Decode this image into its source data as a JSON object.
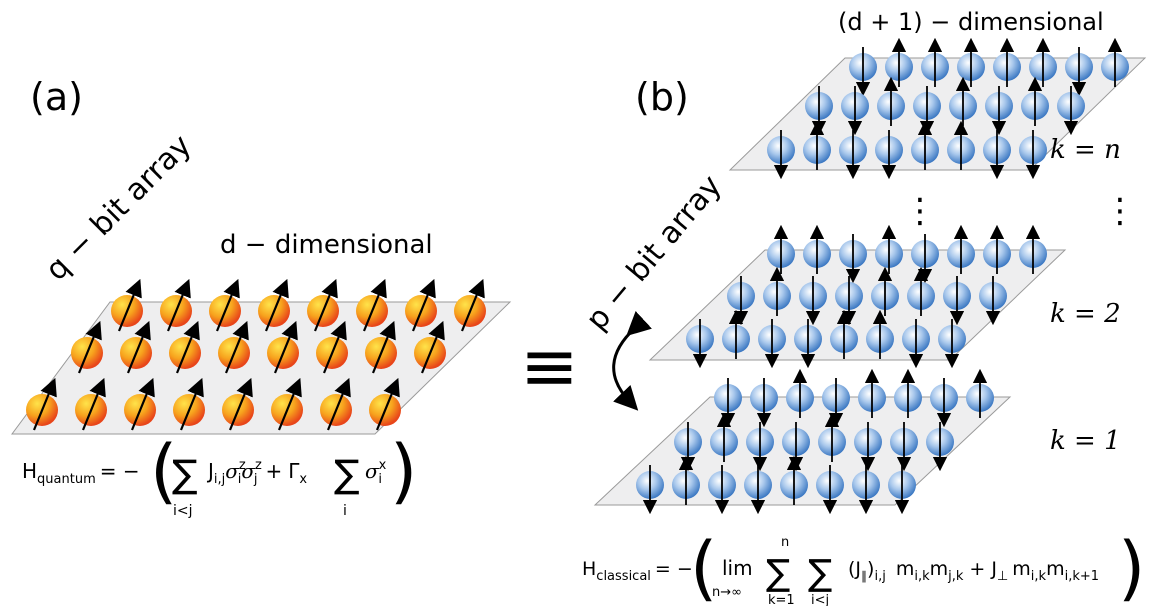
{
  "panel_a": {
    "label": "(a)",
    "array_label": "q − bit array",
    "dim_label": "d − dimensional",
    "hamiltonian": {
      "lhs": "H",
      "lhs_sub": "quantum",
      "eq": "= −",
      "sum1_lower": "i<j",
      "term1": "J",
      "term1_sub": "i,j",
      "sigma": "σ",
      "sup_z": "z",
      "sub_i": "i",
      "sub_j": "j",
      "plus": "+",
      "gamma": "Γ",
      "gamma_sub": "x",
      "sum2_lower": "i",
      "sup_x": "x"
    }
  },
  "panel_b": {
    "label": "(b)",
    "array_label": "p − bit array",
    "dim_label": "(d + 1) − dimensional",
    "layers": [
      {
        "label": "k = n"
      },
      {
        "label": "k = 2"
      },
      {
        "label": "k = 1"
      }
    ],
    "ellipsis": "⋮",
    "hamiltonian": {
      "lhs": "H",
      "lhs_sub": "classical",
      "eq": "= −",
      "lim": "lim",
      "lim_sub": "n→∞",
      "sum1_upper": "n",
      "sum1_lower": "k=1",
      "sum2_lower": "i<j",
      "coupling": "(J",
      "coupling_par": "∥",
      "coupling_close": ")",
      "coupling_sub": "i,j",
      "m1": "m",
      "m1_sub": "i,k",
      "m2": "m",
      "m2_sub": "j,k",
      "plus": "+",
      "jperp": "J",
      "jperp_sub": "⊥",
      "m3": "m",
      "m3_sub": "i,k",
      "m4": "m",
      "m4_sub": "i,k+1"
    }
  },
  "equivalence_symbol": "≡",
  "colors": {
    "qubit": "#f26a1b",
    "qubit_light": "#ffd23f",
    "pbit": "#3a78c4",
    "pbit_light": "#ffffff",
    "plane": "#eeeeef",
    "plane_edge": "#9a9a9a"
  },
  "spins": {
    "a_rows": [
      [
        1,
        1,
        1,
        1,
        1,
        1,
        1,
        1
      ],
      [
        1,
        1,
        1,
        1,
        1,
        1,
        1,
        1
      ],
      [
        1,
        1,
        1,
        1,
        1,
        1,
        1,
        1
      ]
    ],
    "b_layer_n": [
      [
        -1,
        1,
        1,
        1,
        1,
        1,
        -1,
        1
      ],
      [
        -1,
        -1,
        1,
        -1,
        1,
        -1,
        1,
        -1
      ],
      [
        -1,
        1,
        -1,
        -1,
        1,
        1,
        -1,
        -1
      ]
    ],
    "b_layer_2": [
      [
        1,
        1,
        -1,
        1,
        -1,
        1,
        1,
        1
      ],
      [
        -1,
        1,
        -1,
        -1,
        1,
        1,
        -1,
        -1
      ],
      [
        -1,
        1,
        -1,
        -1,
        1,
        1,
        -1,
        -1
      ]
    ],
    "b_layer_1": [
      [
        -1,
        -1,
        1,
        -1,
        1,
        1,
        -1,
        1
      ],
      [
        -1,
        1,
        -1,
        -1,
        1,
        -1,
        -1,
        -1
      ],
      [
        -1,
        1,
        -1,
        -1,
        1,
        -1,
        -1,
        -1
      ]
    ]
  }
}
